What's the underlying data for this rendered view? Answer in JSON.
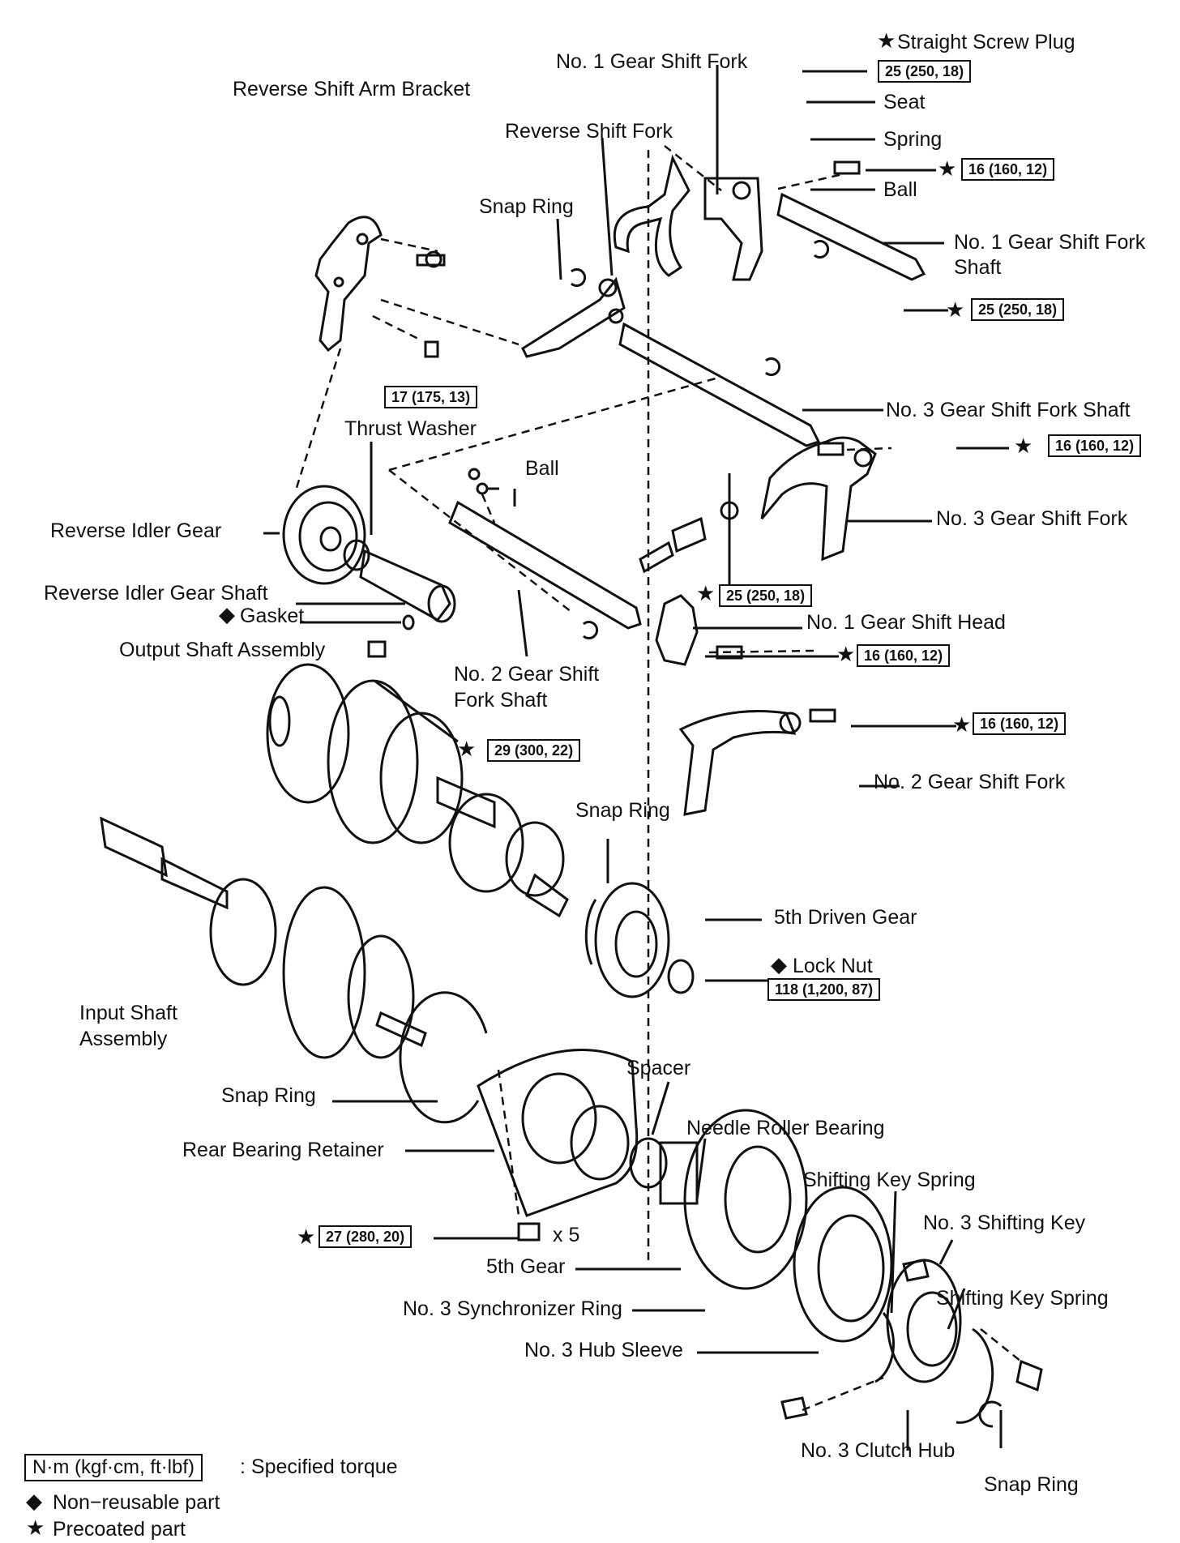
{
  "labels": {
    "straight_screw_plug": "Straight Screw Plug",
    "no1_gear_shift_fork": "No. 1 Gear Shift Fork",
    "reverse_shift_arm_bracket": "Reverse Shift Arm Bracket",
    "seat": "Seat",
    "reverse_shift_fork": "Reverse Shift Fork",
    "spring": "Spring",
    "ball_top": "Ball",
    "snap_ring_top": "Snap Ring",
    "no1_gear_shift_fork_shaft_l1": "No. 1 Gear Shift Fork",
    "no1_gear_shift_fork_shaft_l2": "Shaft",
    "no3_gear_shift_fork_shaft": "No. 3 Gear Shift Fork Shaft",
    "thrust_washer": "Thrust Washer",
    "ball_mid": "Ball",
    "no3_gear_shift_fork": "No. 3 Gear Shift Fork",
    "reverse_idler_gear": "Reverse Idler Gear",
    "reverse_idler_gear_shaft": "Reverse Idler Gear Shaft",
    "gasket": "Gasket",
    "no1_gear_shift_head": "No. 1 Gear Shift Head",
    "output_shaft_assembly": "Output Shaft Assembly",
    "no2_gear_shift_fork_shaft_l1": "No. 2 Gear Shift",
    "no2_gear_shift_fork_shaft_l2": "Fork Shaft",
    "no2_gear_shift_fork": "No. 2 Gear Shift Fork",
    "snap_ring_mid": "Snap Ring",
    "fifth_driven_gear": "5th Driven Gear",
    "lock_nut": "Lock Nut",
    "input_shaft_assembly_l1": "Input Shaft",
    "input_shaft_assembly_l2": "Assembly",
    "spacer": "Spacer",
    "snap_ring_left": "Snap Ring",
    "needle_roller_bearing": "Needle Roller Bearing",
    "rear_bearing_retainer": "Rear Bearing Retainer",
    "shifting_key_spring_top": "Shifting Key Spring",
    "no3_shifting_key": "No. 3 Shifting Key",
    "x5": "x 5",
    "fifth_gear": "5th Gear",
    "shifting_key_spring_right": "Shifting Key Spring",
    "no3_synchronizer_ring": "No. 3 Synchronizer Ring",
    "no3_hub_sleeve": "No. 3 Hub Sleeve",
    "no3_clutch_hub": "No. 3 Clutch Hub",
    "snap_ring_bottom": "Snap Ring"
  },
  "torque": {
    "plug_top": "25 (250, 18)",
    "fork1_bolt": "16 (160, 12)",
    "plug_right": "25 (250, 18)",
    "bracket_bolt": "17 (175, 13)",
    "fork3_bolt": "16 (160, 12)",
    "plug_mid": "25 (250, 18)",
    "head_bolt": "16 (160, 12)",
    "output_bolt": "29 (300, 22)",
    "fork2_bolt": "16 (160, 12)",
    "lock_nut": "118 (1,200, 87)",
    "retainer_bolt": "27 (280, 20)"
  },
  "symbols": {
    "star": "★",
    "diamond": "◆"
  },
  "legend": {
    "unit_box": "N·m (kgf·cm, ft·lbf)",
    "unit_desc": ": Specified torque",
    "non_reusable": "Non−reusable part",
    "precoated": "Precoated part"
  }
}
